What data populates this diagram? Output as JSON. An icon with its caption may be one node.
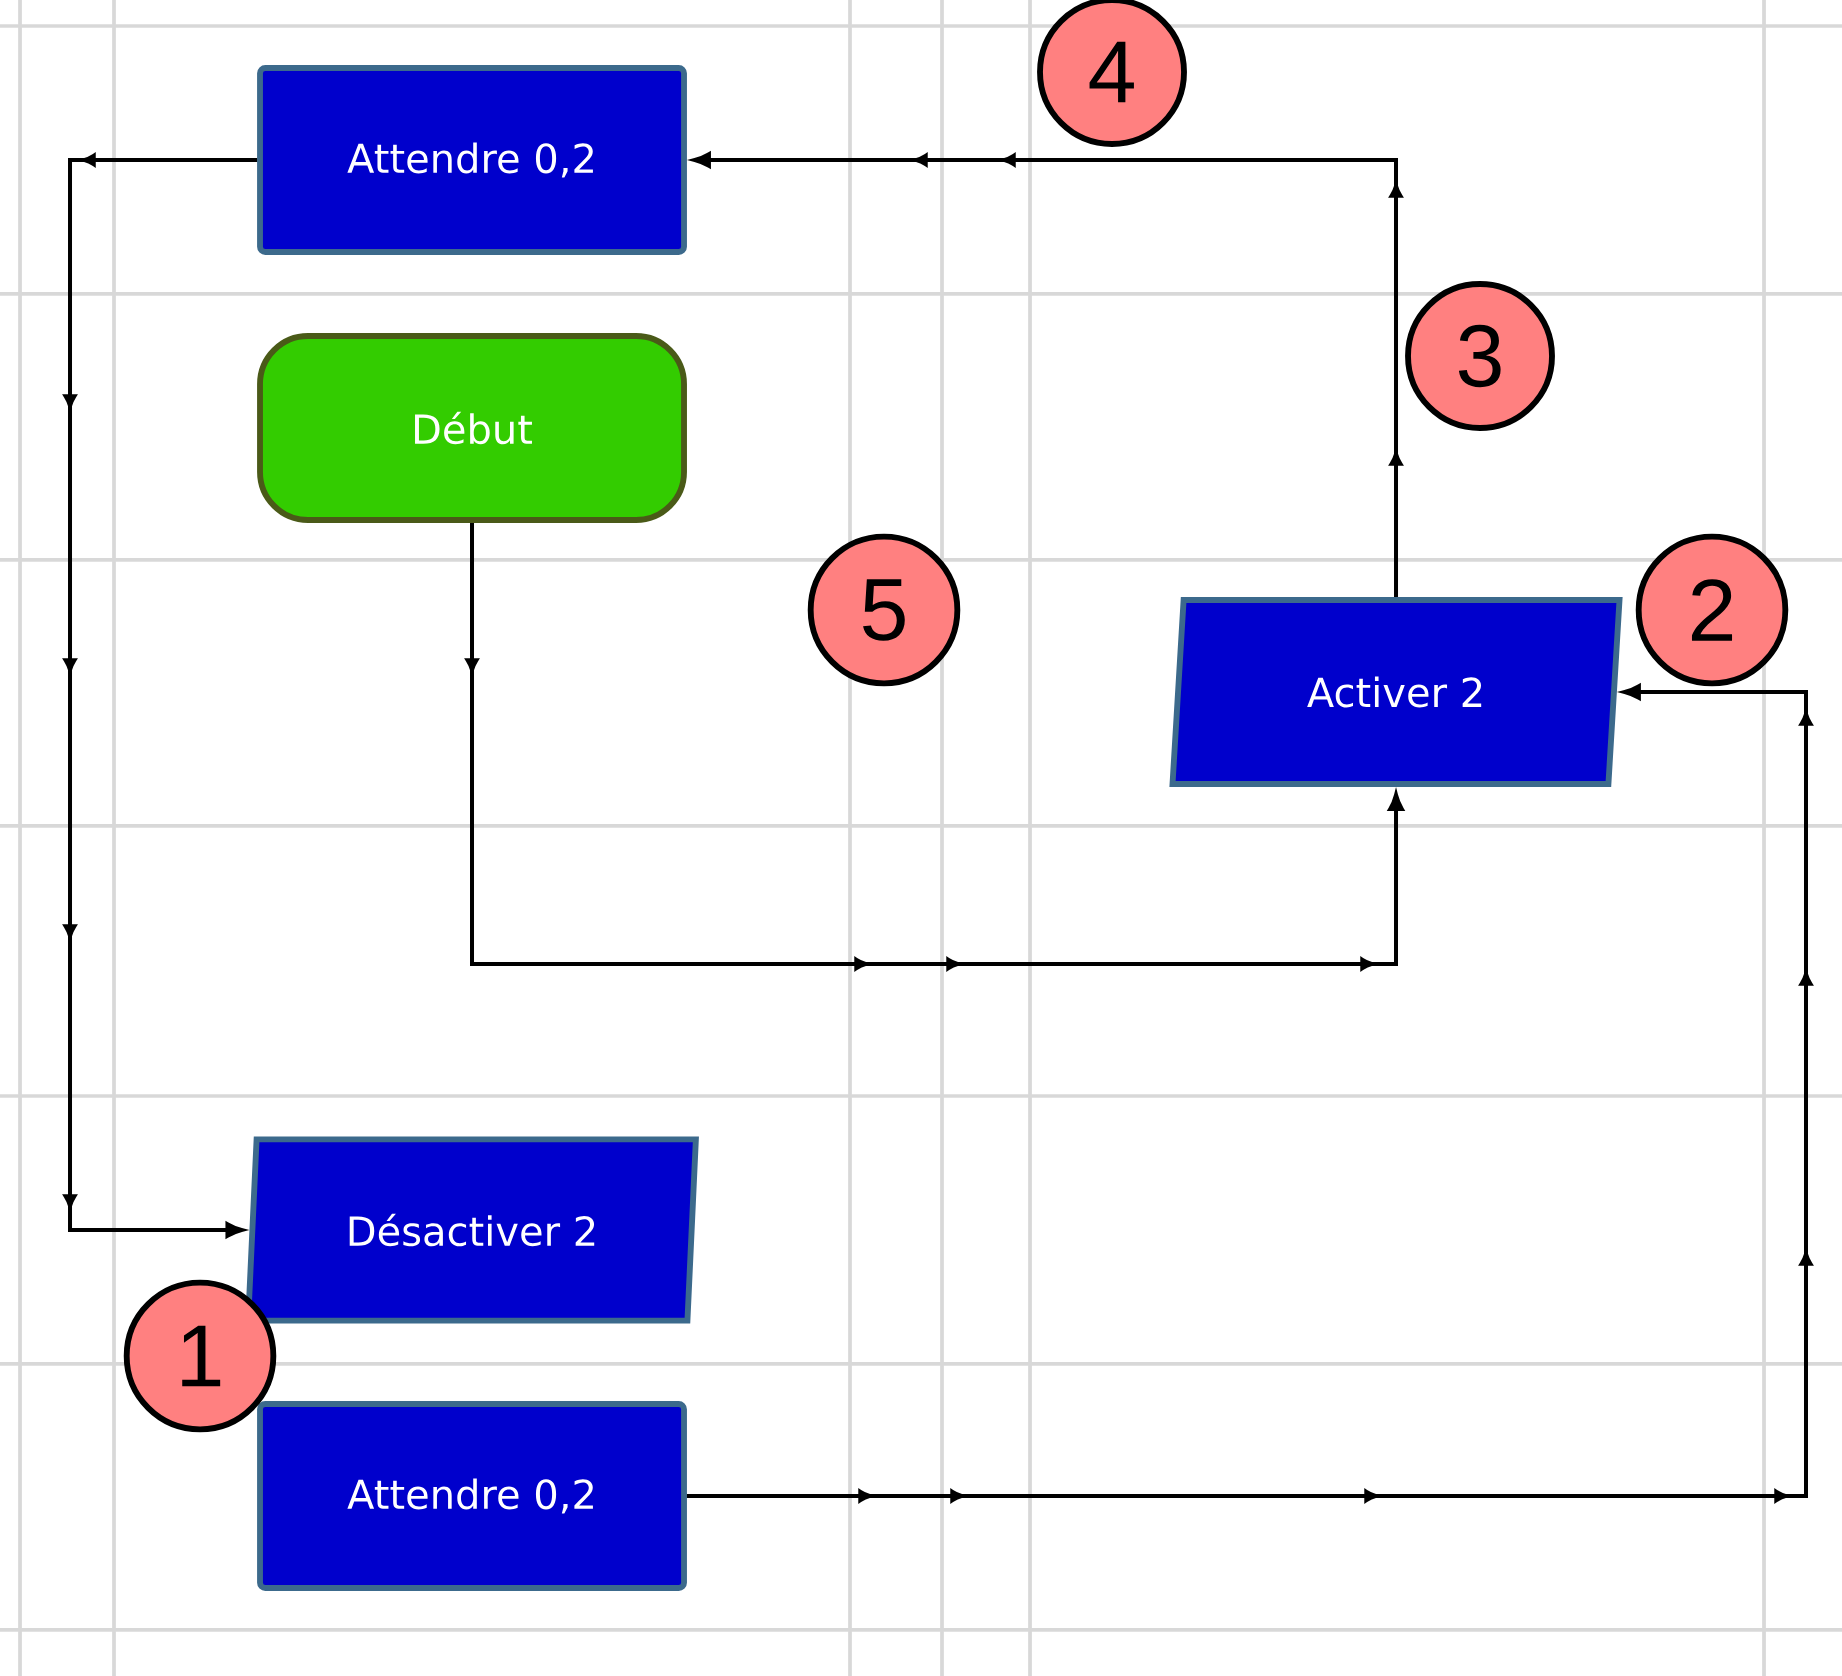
{
  "diagram": {
    "nodes": [
      {
        "text": [
          "Attendre 0,2"
        ]
      },
      {
        "text": [
          "Début"
        ]
      },
      {
        "text": [
          "Activer 2"
        ]
      },
      {
        "text": [
          "Désactiver 2"
        ]
      },
      {
        "text": [
          "Attendre 0,2"
        ]
      },
      {
        "text": [
          "4"
        ]
      },
      {
        "text": [
          "3"
        ]
      },
      {
        "text": [
          "5"
        ]
      },
      {
        "text": [
          "2"
        ]
      },
      {
        "text": [
          "1"
        ]
      }
    ],
    "edges": [
      {
        "from": 1,
        "to": 2,
        "arrow": "to"
      },
      {
        "from": 2,
        "to": 0,
        "arrow": "to"
      },
      {
        "from": 0,
        "to": 3,
        "arrow": "to"
      },
      {
        "from": 4,
        "to": 2,
        "arrow": "to"
      }
    ]
  }
}
